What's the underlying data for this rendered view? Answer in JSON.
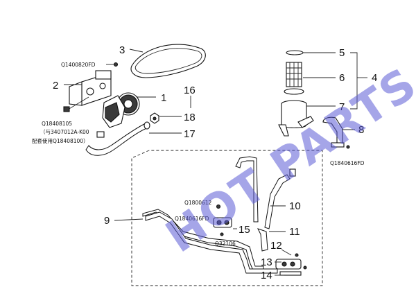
{
  "callouts": [
    "1",
    "2",
    "3",
    "4",
    "5",
    "6",
    "7",
    "8",
    "9",
    "10",
    "11",
    "12",
    "13",
    "14",
    "15",
    "16",
    "17",
    "18"
  ],
  "part_codes": {
    "c1": "Q1400820FD",
    "c2": "Q18408105",
    "c3": "（与3407012A-K00",
    "c4": "配套使用Q18408100）",
    "c5": "Q1840616FD",
    "c6": "Q1800612",
    "c7": "Q1840616FD",
    "c8": "Q32106"
  },
  "watermark": "HOT PARTS",
  "colors": {
    "watermark": "#5b5bd6",
    "line": "#222222"
  }
}
